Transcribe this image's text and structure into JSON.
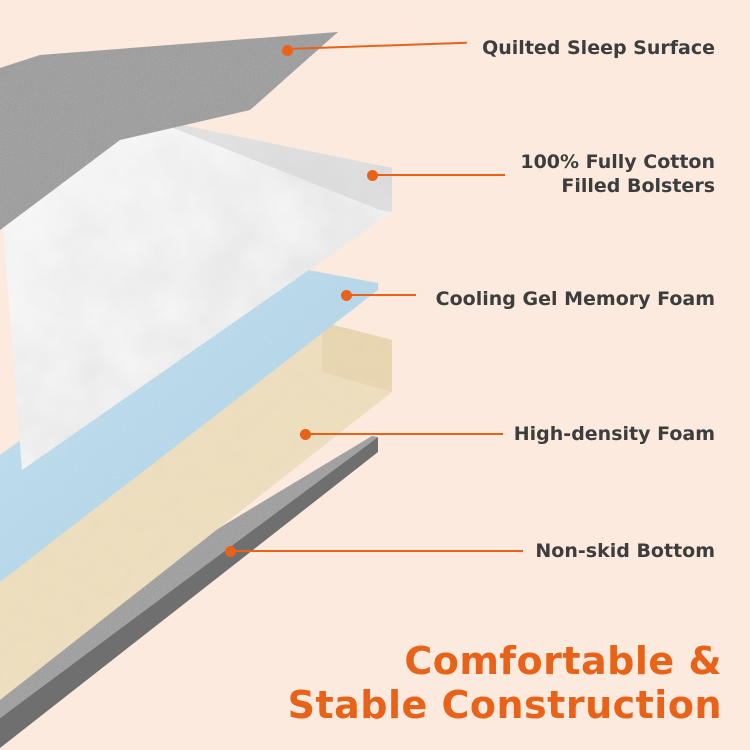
{
  "colors": {
    "accent": "#e8621a",
    "background": "#fbeadd",
    "label_text": "#3d3d3d",
    "quilted_layer": "#9a9a9a",
    "cotton_layer": "#e6e6e6",
    "gel_layer": "#b9dcee",
    "foam_layer": "#f1e2c2",
    "bottom_layer": "#8e8e8e"
  },
  "callouts": [
    {
      "text": "Quilted Sleep Surface"
    },
    {
      "text": "100% Fully Cotton",
      "text2": "Filled Bolsters"
    },
    {
      "text": "Cooling Gel Memory Foam"
    },
    {
      "text": "High-density Foam"
    },
    {
      "text": "Non-skid Bottom"
    }
  ],
  "headline": {
    "line1": "Comfortable &",
    "line2": "Stable Construction"
  }
}
